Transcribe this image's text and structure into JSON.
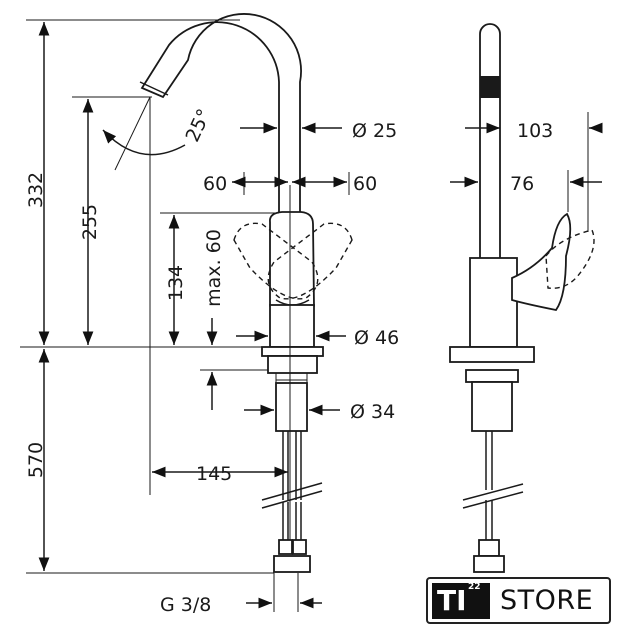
{
  "dimensions": {
    "total_height": "332",
    "spout_height": "255",
    "spout_angle": "25°",
    "spout_diameter": "Ø 25",
    "lever_swing_left": "60",
    "lever_swing_right": "60",
    "lever_tilt": "max. 60",
    "lever_height": "134",
    "base_diameter": "Ø 46",
    "shank_diameter": "Ø 34",
    "hose_length": "570",
    "spout_reach": "145",
    "hose_connection": "G 3/8",
    "side_depth": "103",
    "side_lever_offset": "76"
  },
  "logo": {
    "mark": "TI",
    "superscript": "22",
    "word": "STORE"
  }
}
